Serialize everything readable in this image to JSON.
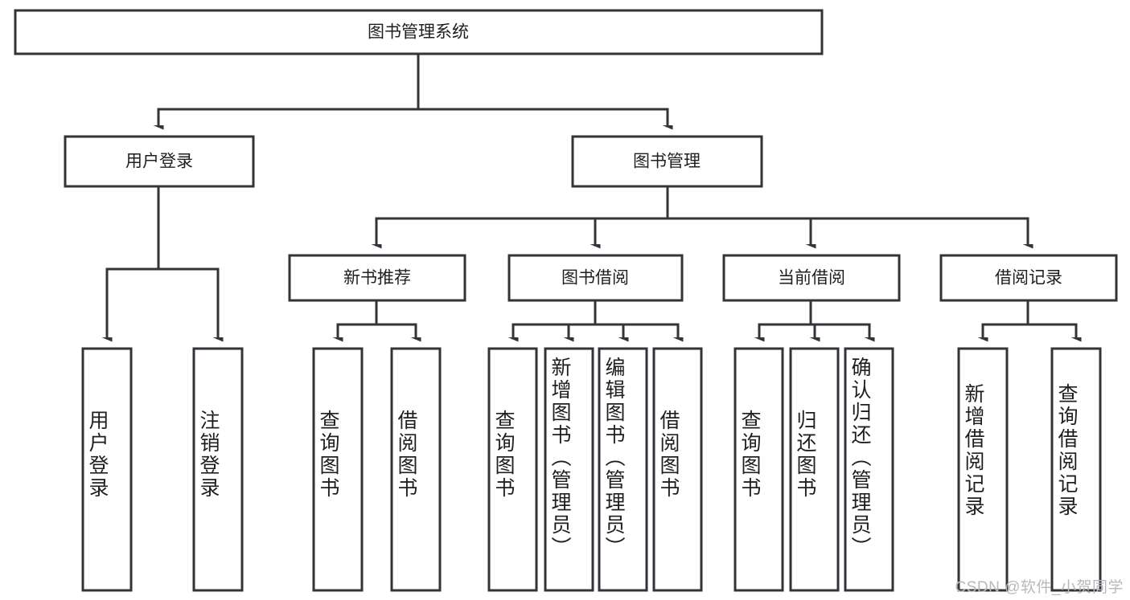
{
  "diagram": {
    "type": "tree-hierarchy",
    "title_node": {
      "id": "root",
      "label": "图书管理系统"
    },
    "level2": [
      {
        "id": "user-login",
        "label": "用户登录"
      },
      {
        "id": "book-manage",
        "label": "图书管理"
      }
    ],
    "level3": [
      {
        "id": "new-book-recommend",
        "label": "新书推荐",
        "parent": "book-manage"
      },
      {
        "id": "book-borrow",
        "label": "图书借阅",
        "parent": "book-manage"
      },
      {
        "id": "current-borrow",
        "label": "当前借阅",
        "parent": "book-manage"
      },
      {
        "id": "borrow-record",
        "label": "借阅记录",
        "parent": "book-manage"
      }
    ],
    "leaves": {
      "user-login": [
        {
          "id": "leaf-user-login",
          "label": "用户登录"
        },
        {
          "id": "leaf-user-logout",
          "label": "注销登录"
        }
      ],
      "new-book-recommend": [
        {
          "id": "leaf-query-book-1",
          "label": "查询图书"
        },
        {
          "id": "leaf-borrow-book-1",
          "label": "借阅图书"
        }
      ],
      "book-borrow": [
        {
          "id": "leaf-query-book-2",
          "label": "查询图书"
        },
        {
          "id": "leaf-add-book",
          "label": "新增图书（管理员）"
        },
        {
          "id": "leaf-edit-book",
          "label": "编辑图书（管理员）"
        },
        {
          "id": "leaf-borrow-book-2",
          "label": "借阅图书"
        }
      ],
      "current-borrow": [
        {
          "id": "leaf-query-book-3",
          "label": "查询图书"
        },
        {
          "id": "leaf-return-book",
          "label": "归还图书"
        },
        {
          "id": "leaf-confirm-return",
          "label": "确认归还（管理员）"
        }
      ],
      "borrow-record": [
        {
          "id": "leaf-add-record",
          "label": "新增借阅记录"
        },
        {
          "id": "leaf-query-record",
          "label": "查询借阅记录"
        }
      ]
    }
  },
  "watermark": {
    "text": "CSDN @软件_小贺同学"
  },
  "colors": {
    "stroke": "#33333a",
    "node_fill": "#ffffff",
    "text": "#1f1f1f",
    "watermark": "#b9b9bd",
    "background": "#ffffff"
  }
}
